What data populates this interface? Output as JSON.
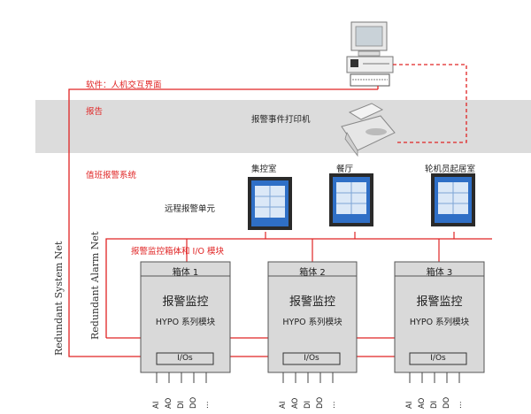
{
  "labels": {
    "software_hmi": "软件：人机交互界面",
    "alarm": "报告",
    "alarm_printer": "报警事件打印机",
    "duty_alarm_system": "值班报警系统",
    "remote_alarm_unit": "远程报警单元",
    "cabinet_io_module": "报警监控箱体和 I/O 模块",
    "redundant_system_net": "Redundant System Net",
    "redundant_alarm_net": "Redundant Alarm Net"
  },
  "rooms": [
    {
      "name": "集控室"
    },
    {
      "name": "餐厅"
    },
    {
      "name": "轮机员起居室"
    }
  ],
  "cabinets": [
    {
      "title": "箱体 1",
      "main": "报警监控",
      "sub": "HYPO 系列模块",
      "io": "I/Os"
    },
    {
      "title": "箱体 2",
      "main": "报警监控",
      "sub": "HYPO 系列模块",
      "io": "I/Os"
    },
    {
      "title": "箱体 3",
      "main": "报警监控",
      "sub": "HYPO 系列模块",
      "io": "I/Os"
    }
  ],
  "signals": [
    "AI",
    "AO",
    "DI",
    "DO",
    "…"
  ],
  "colors": {
    "network_line": "#e02424",
    "band": "#dcdcdc",
    "cabinet": "#d9d9d9"
  }
}
